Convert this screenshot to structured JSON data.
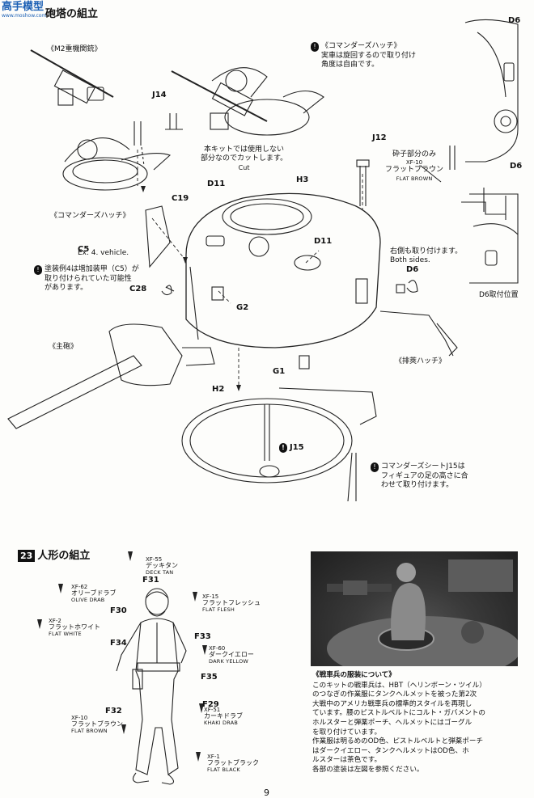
{
  "logo": {
    "title": "高手模型",
    "sub": "www.moshow.com"
  },
  "step22": {
    "title": "砲塔の組立",
    "m2_label": "《M2重機関銃》",
    "hatch_label": "《コマンダーズハッチ》",
    "main_gun_label": "《主砲》",
    "vent_label": "《排莢ハッチ》",
    "hatch_note_title": "《コマンダーズハッチ》",
    "hatch_note_line1": "実車は旋回するので取り付け",
    "hatch_note_line2": "角度は自由です。",
    "cut_note_line1": "本キットでは使用しない",
    "cut_note_line2": "部分なのでカットします。",
    "cut_note_en": "Cut",
    "c5_label": "C5",
    "c5_sub": "Ex. 4. vehicle.",
    "c5_note_line1": "塗装例4は増加装甲（C5）が",
    "c5_note_line2": "取り付けられていた可能性",
    "c5_note_line3": "があります。",
    "j12_note": "砕子部分のみ",
    "xf10_code": "XF-10",
    "xf10_jp": "フラットブラウン",
    "xf10_en": "FLAT BROWN",
    "both_note_jp": "右側も取り付けます。",
    "both_note_en": "Both sides.",
    "d6_pos": "D6取付位置",
    "j15_note_line1": "コマンダーズシートJ15は",
    "j15_note_line2": "フィギュアの足の高さに合",
    "j15_note_line3": "わせて取り付けます。",
    "parts": [
      "J14",
      "J12",
      "D11",
      "H3",
      "C19",
      "D11",
      "C28",
      "G2",
      "D6",
      "G1",
      "H2",
      "J15",
      "D6",
      "D6"
    ]
  },
  "step23": {
    "num": "23",
    "title": "人形の組立",
    "parts": [
      "F31",
      "F30",
      "F34",
      "F33",
      "F35",
      "F32",
      "F29"
    ],
    "paints": [
      {
        "code": "XF-55",
        "jp": "デッキタン",
        "en": "DECK TAN"
      },
      {
        "code": "XF-62",
        "jp": "オリーブドラブ",
        "en": "OLIVE DRAB"
      },
      {
        "code": "XF-15",
        "jp": "フラットフレッシュ",
        "en": "FLAT FLESH"
      },
      {
        "code": "XF-2",
        "jp": "フラットホワイト",
        "en": "FLAT WHITE"
      },
      {
        "code": "XF-60",
        "jp": "ダークイエロー",
        "en": "DARK YELLOW"
      },
      {
        "code": "XF-51",
        "jp": "カーキドラブ",
        "en": "KHAKI DRAB"
      },
      {
        "code": "XF-10",
        "jp": "フラットブラウン",
        "en": "FLAT BROWN"
      },
      {
        "code": "XF-1",
        "jp": "フラットブラック",
        "en": "FLAT BLACK"
      }
    ],
    "uniform_title": "《戦車兵の服装について》",
    "uniform_lines": [
      "このキットの戦車兵は、HBT（ヘリンボーン・ツイル）",
      "のつなぎの作業服にタンクヘルメットを被った第2次",
      "大戦中のアメリカ戦車兵の標準的スタイルを再現し",
      "ています。腰のピストルベルトにコルト・ガバメントの",
      "ホルスターと弾薬ポーチ、ヘルメットにはゴーグル",
      "を取り付けています。",
      "作業服は明るめのOD色、ピストルベルトと弾薬ポーチ",
      "はダークイエロー、タンクヘルメットはOD色、ホ",
      "ルスターは茶色です。",
      "各部の塗装は左図を参照ください。"
    ]
  },
  "page_number": "9"
}
